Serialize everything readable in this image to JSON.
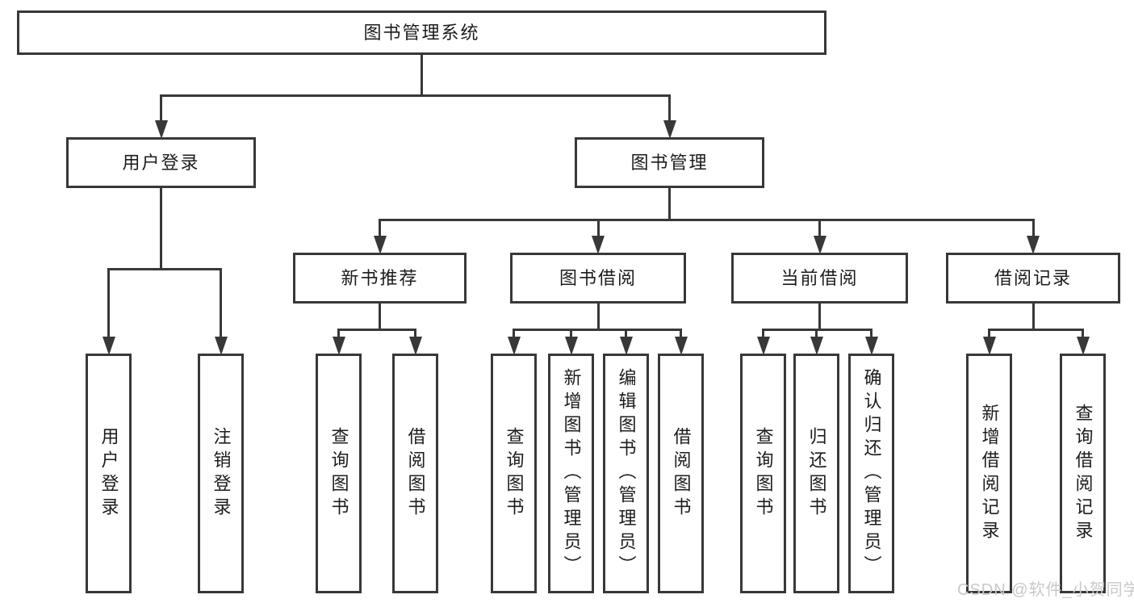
{
  "page": {
    "background": "#ffffff"
  },
  "diagram": {
    "title": "图书管理系统",
    "line_color": "#383838",
    "box_border_color": "#383838",
    "box_fill": "#ffffff",
    "text_color": "#1c1c1c",
    "nodes": [
      {
        "id": "root",
        "label": "图书管理系统",
        "level": 1
      },
      {
        "id": "login",
        "label": "用户登录",
        "level": 2
      },
      {
        "id": "mgmt",
        "label": "图书管理",
        "level": 2
      },
      {
        "id": "rec",
        "label": "新书推荐",
        "level": 3
      },
      {
        "id": "borrow",
        "label": "图书借阅",
        "level": 3
      },
      {
        "id": "current",
        "label": "当前借阅",
        "level": 3
      },
      {
        "id": "records",
        "label": "借阅记录",
        "level": 3
      },
      {
        "id": "login-user",
        "label": "用户登录",
        "level": 4
      },
      {
        "id": "login-logout",
        "label": "注销登录",
        "level": 4
      },
      {
        "id": "rec-query",
        "label": "查询图书",
        "level": 4
      },
      {
        "id": "rec-borrow",
        "label": "借阅图书",
        "level": 4
      },
      {
        "id": "borrow-query",
        "label": "查询图书",
        "level": 4
      },
      {
        "id": "borrow-add",
        "label": "新增图书（管理员）",
        "level": 4
      },
      {
        "id": "borrow-edit",
        "label": "编辑图书（管理员）",
        "level": 4
      },
      {
        "id": "borrow-lend",
        "label": "借阅图书",
        "level": 4
      },
      {
        "id": "cur-query",
        "label": "查询图书",
        "level": 4
      },
      {
        "id": "cur-return",
        "label": "归还图书",
        "level": 4
      },
      {
        "id": "cur-confirm",
        "label": "确认归还（管理员）",
        "level": 4
      },
      {
        "id": "recs-add",
        "label": "新增借阅记录",
        "level": 4
      },
      {
        "id": "recs-query",
        "label": "查询借阅记录",
        "level": 4
      }
    ],
    "edges": [
      {
        "from": "root",
        "to": [
          "login",
          "mgmt"
        ]
      },
      {
        "from": "login",
        "to": [
          "login-user",
          "login-logout"
        ]
      },
      {
        "from": "mgmt",
        "to": [
          "rec",
          "borrow",
          "current",
          "records"
        ]
      },
      {
        "from": "rec",
        "to": [
          "rec-query",
          "rec-borrow"
        ]
      },
      {
        "from": "borrow",
        "to": [
          "borrow-query",
          "borrow-add",
          "borrow-edit",
          "borrow-lend"
        ]
      },
      {
        "from": "current",
        "to": [
          "cur-query",
          "cur-return",
          "cur-confirm"
        ]
      },
      {
        "from": "records",
        "to": [
          "recs-add",
          "recs-query"
        ]
      }
    ]
  },
  "watermark": {
    "text": "CSDN @软件_小贺同学",
    "color": "#c9c9c9"
  }
}
